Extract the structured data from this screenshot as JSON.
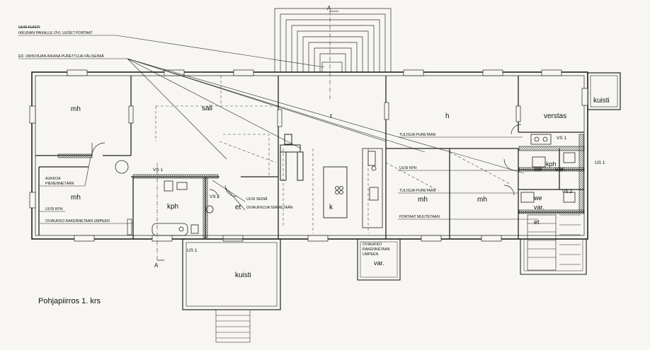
{
  "annotations": {
    "uusi_kuisti": "UUSI KUISTI",
    "ikkunan_paikalle": "IKKUNAN PAIKALLE OVI, UUDET PORTAAT",
    "ed_omistajan": "ED. OMISTAJAN AIKANA PURETTUJA VÄLISEINIÄ",
    "aukkoa_line1": "AUKKOA",
    "aukkoa_line2": "PIENENNETÄÄN",
    "uusi_kph_left": "UUSI KPH",
    "oviaukko_left": "OVIAUKKO RAKENNETAAN UMPEEN",
    "uusi_seina": "UUSI SEINÄ",
    "oviaukkoja_siirretaan": "OVIAUKKOJA SIIRRETÄÄN",
    "tulisija_puretaan_1": "TULISIJA PURETAAN",
    "uusi_kph_right": "UUSI KPH",
    "tulisija_puretaan_2": "TULISIJA PURETAAN",
    "portaat_muutetaan": "PORTAAT MUUTETAAN",
    "oviaukko_center_1": "OVIAUKKO",
    "oviaukko_center_2": "RAKENNETAAN",
    "oviaukko_center_3": "UMPEEN"
  },
  "rooms": {
    "mh1": "mh",
    "sali": "sali",
    "r": "r",
    "h": "h",
    "verstas": "verstas",
    "kuisti_top": "kuisti",
    "mh2": "mh",
    "kph_left": "kph",
    "et": "et",
    "k": "k",
    "mh3": "mh",
    "mh4": "mh",
    "we1": "we",
    "kph_right": "kph",
    "var1": "var.",
    "we2": "we",
    "var2": "var.",
    "et2": "et",
    "kuisti_bottom": "kuisti",
    "var_center": "var."
  },
  "markers": {
    "section_top": "A",
    "section_bottom": "A",
    "vs1_left": "VS 1",
    "vs2_left": "VS 2",
    "us1_left": "US 1",
    "vs1_right": "VS 1",
    "us1_right": "US 1",
    "vs2_right": "VS 2"
  },
  "title": "Pohjapiirros 1. krs"
}
